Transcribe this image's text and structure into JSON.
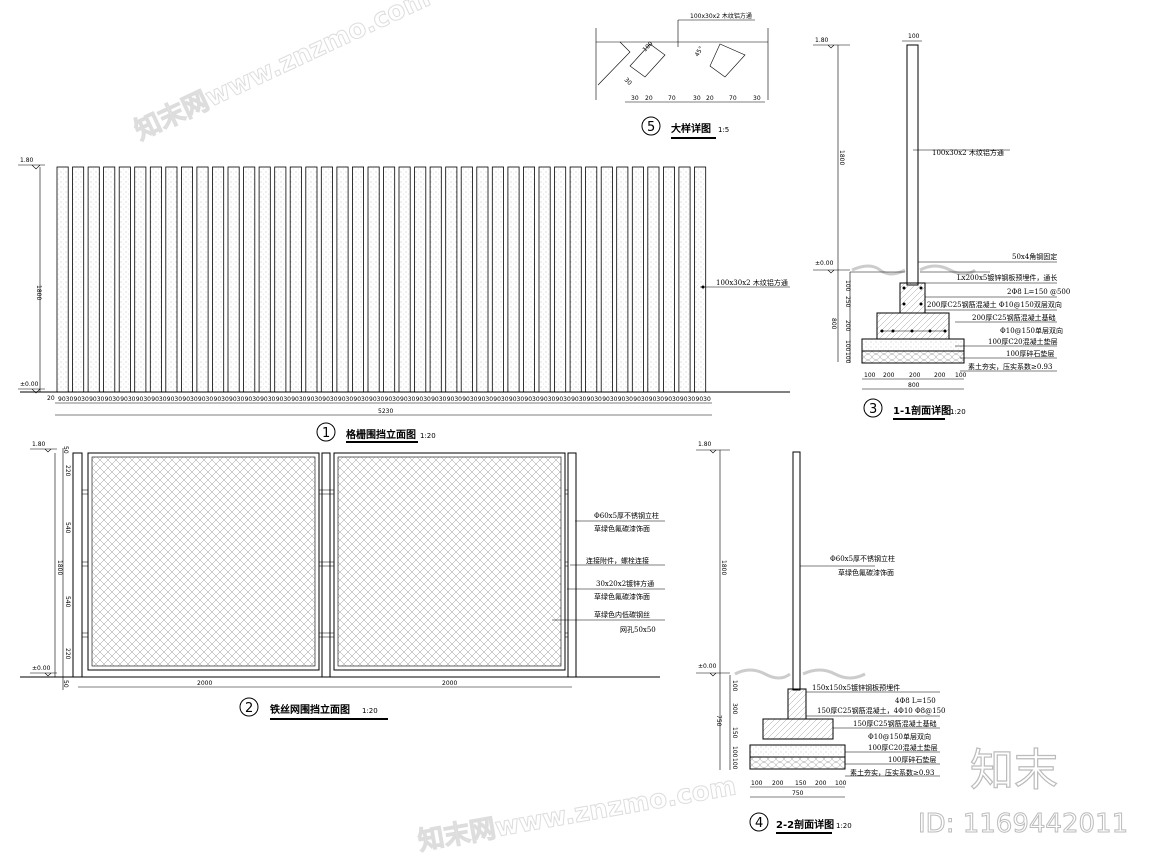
{
  "watermark": "知末网www.znzmo.com",
  "logo": {
    "text": "知末",
    "id": "ID: 1169442011"
  },
  "drawing1": {
    "number": "1",
    "title": "格栅围挡立面图",
    "scale": "1:20",
    "level_top": "1.80",
    "level_ground": "±0.00",
    "height_dim": "1800",
    "total_width": "5230",
    "slat_dim": "90",
    "gap_dim": "30",
    "edge_dim": "20",
    "label": "100x30x2 木纹铝方通"
  },
  "drawing2": {
    "number": "2",
    "title": "铁丝网围挡立面图",
    "scale": "1:20",
    "level_top": "1.80",
    "level_ground": "±0.00",
    "dims_vertical": [
      "50",
      "220",
      "540",
      "540",
      "220",
      "50"
    ],
    "height_dim": "1800",
    "panel_width_1": "2000",
    "panel_width_2": "2000",
    "labels": [
      "Φ60x5厚不锈钢立柱",
      "草绿色氟碳漆饰面",
      "连接附件，螺栓连接",
      "30x20x2镀锌方通",
      "草绿色氟碳漆饰面",
      "草绿色内低碳钢丝",
      "网孔50x50"
    ]
  },
  "drawing3": {
    "number": "3",
    "title": "1-1剖面详图",
    "scale": "1:20",
    "level_top": "1.80",
    "level_ground": "±0.00",
    "post_width": "100",
    "height_dim": "1800",
    "depth_dim": "800",
    "dims_vertical": [
      "100",
      "250",
      "200",
      "100",
      "100"
    ],
    "dims_bottom": [
      "100",
      "200",
      "200",
      "200",
      "100"
    ],
    "total_bottom": "800",
    "post_label": "100x30x2 木纹铝方通",
    "labels": [
      "50x4角钢固定",
      "Lx200x5镀锌钢板预埋件，通长",
      "2Φ8 L=150 @500",
      "200厚C25钢筋混凝土 Φ10@150双层双向",
      "200厚C25钢筋混凝土基础",
      "Φ10@150单层双向",
      "100厚C20混凝土垫层",
      "100厚碎石垫层",
      "素土夯实，压实系数≥0.93"
    ]
  },
  "drawing4": {
    "number": "4",
    "title": "2-2剖面详图",
    "scale": "1:20",
    "level_top": "1.80",
    "level_ground": "±0.00",
    "height_dim": "1800",
    "depth_dim": "750",
    "dims_vertical": [
      "100",
      "300",
      "150",
      "100",
      "100"
    ],
    "dims_bottom": [
      "100",
      "200",
      "150",
      "200",
      "100"
    ],
    "total_bottom": "750",
    "post_label_1": "Φ60x5厚不锈钢立柱",
    "post_label_2": "草绿色氟碳漆饰面",
    "labels": [
      "150x150x5镀锌钢板预埋件",
      "4Φ8 L=150",
      "150厚C25钢筋混凝土，4Φ10  Φ8@150",
      "150厚C25钢筋混凝土基础",
      "Φ10@150单层双向",
      "100厚C20混凝土垫层",
      "100厚碎石垫层",
      "素土夯实，压实系数≥0.93"
    ]
  },
  "drawing5": {
    "number": "5",
    "title": "大样详图",
    "scale": "1:5",
    "label": "100x30x2 木纹铝方通",
    "dim_100": "100",
    "dim_30": "30",
    "angle": "45°",
    "dims_bottom": [
      "30",
      "20",
      "70",
      "30",
      "20",
      "70",
      "30"
    ]
  }
}
